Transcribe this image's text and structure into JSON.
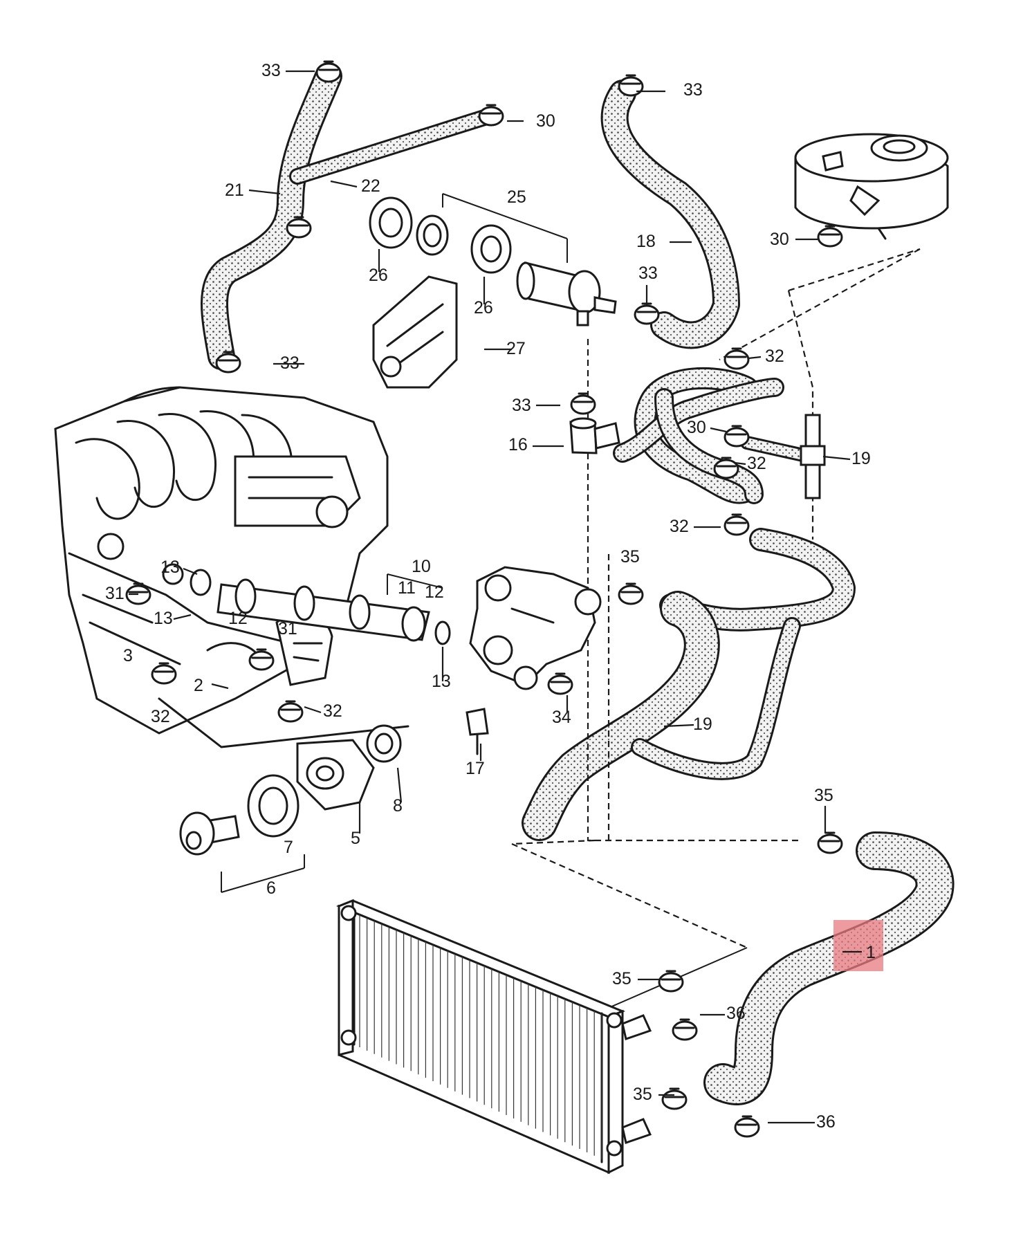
{
  "highlight_color": "#e8797f",
  "hose_fill_color": "#f2f2f2",
  "parts": {
    "p1": "1",
    "p2": "2",
    "p3": "3",
    "p5": "5",
    "p6": "6",
    "p7": "7",
    "p8": "8",
    "p10": "10",
    "p11": "11",
    "p12": "12",
    "p13": "13",
    "p16": "16",
    "p17": "17",
    "p18": "18",
    "p19": "19",
    "p21": "21",
    "p22": "22",
    "p25": "25",
    "p26": "26",
    "p27": "27",
    "p30": "30",
    "p31": "31",
    "p32": "32",
    "p33": "33",
    "p34": "34",
    "p35": "35",
    "p36": "36"
  }
}
